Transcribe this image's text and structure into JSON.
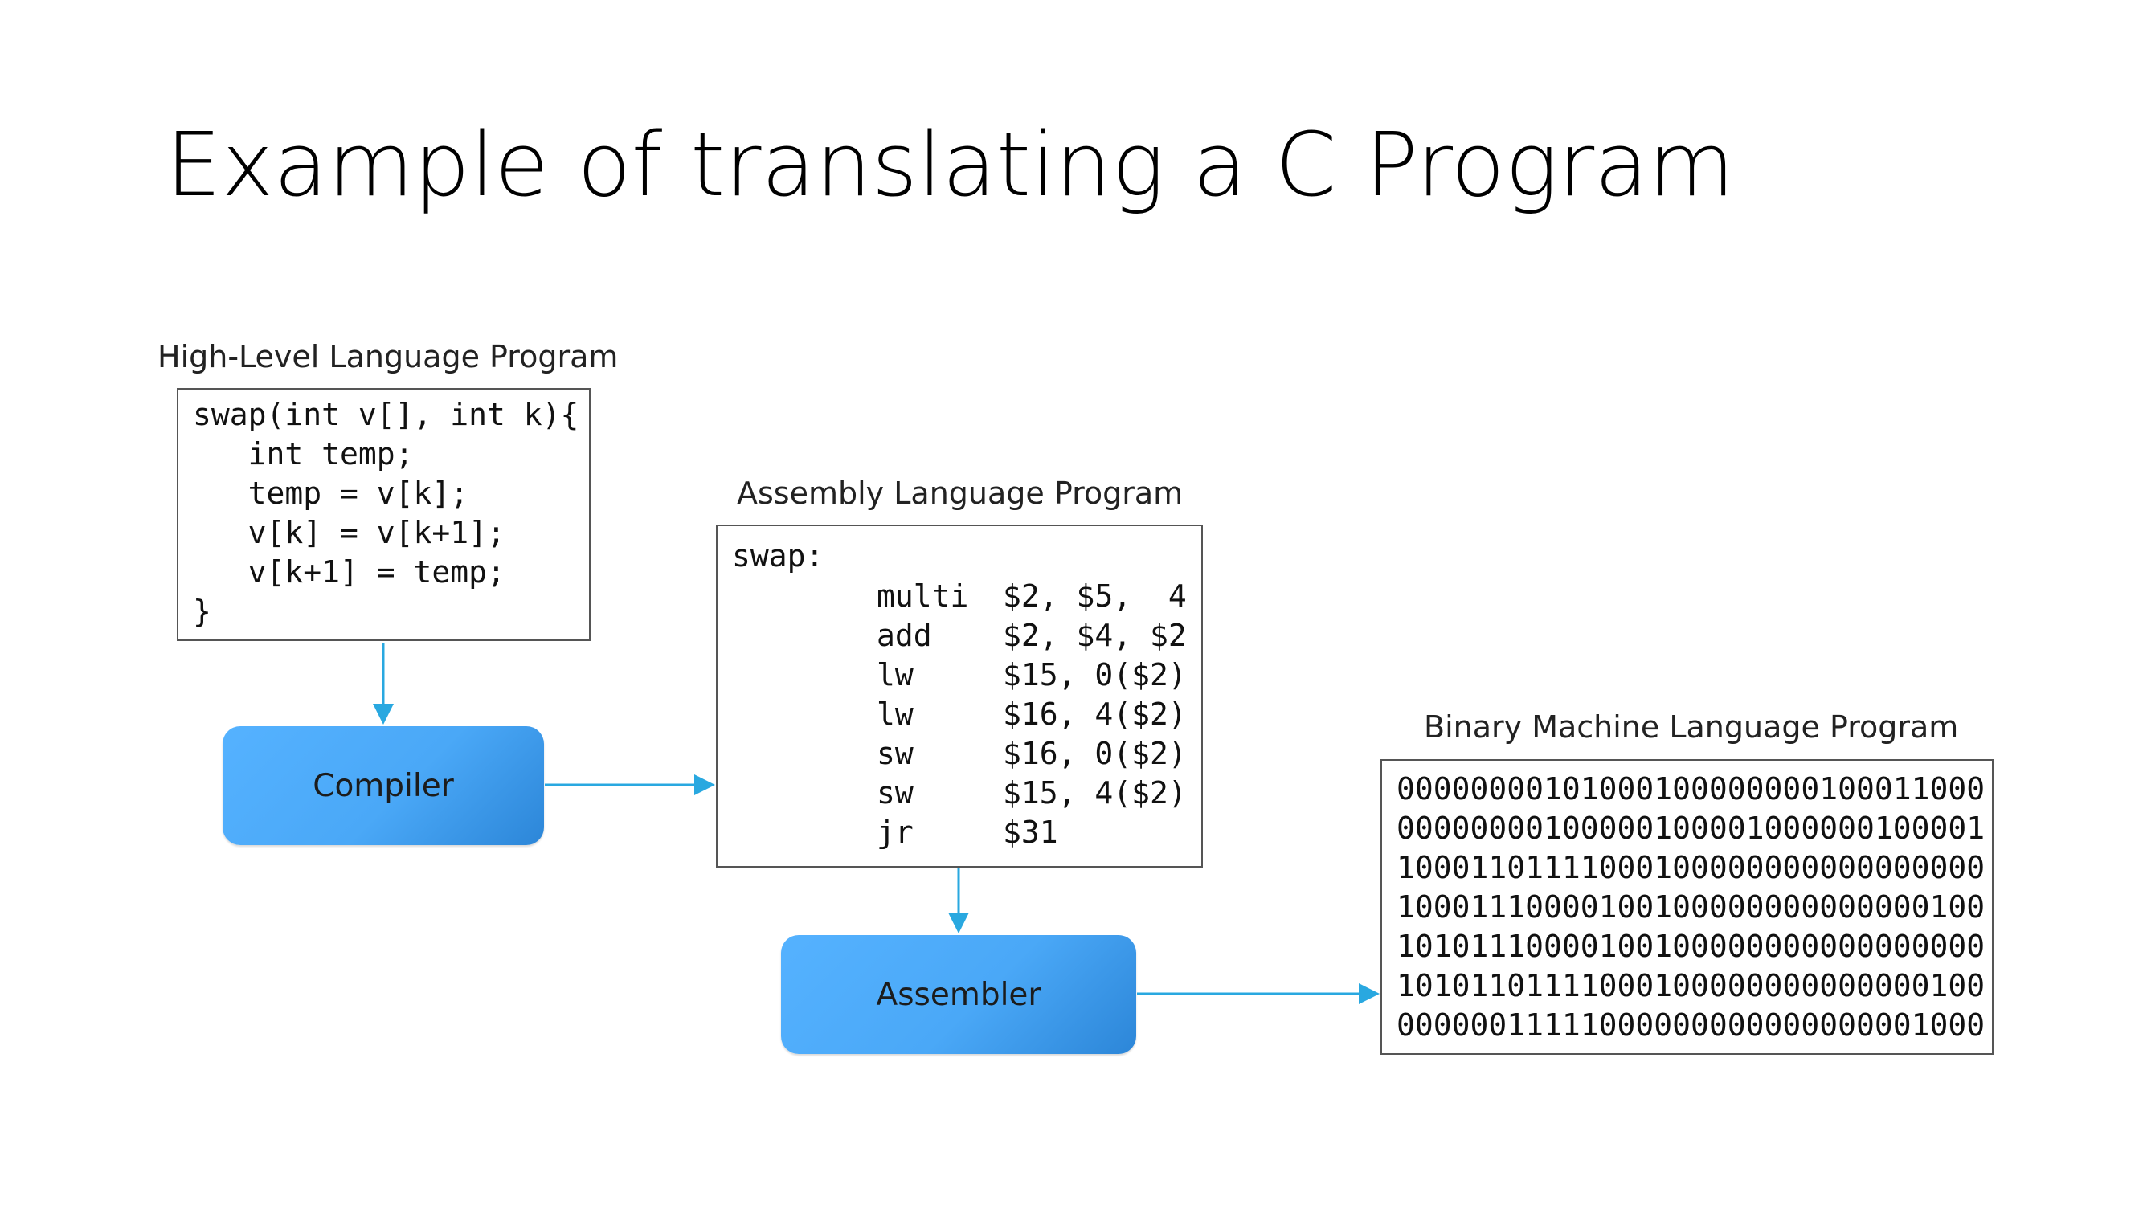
{
  "title": "Example of translating a C Program",
  "high_level": {
    "label": "High-Level Language Program",
    "lines": [
      "swap(int v[], int k){",
      "   int temp;",
      "   temp = v[k];",
      "   v[k] = v[k+1];",
      "   v[k+1] = temp;",
      "}"
    ]
  },
  "compiler": {
    "label": "Compiler"
  },
  "assembly": {
    "label": "Assembly Language Program",
    "header": "swap:",
    "instructions": [
      {
        "op": "multi",
        "args": "$2, $5,  4"
      },
      {
        "op": "add",
        "args": "$2, $4, $2"
      },
      {
        "op": "lw",
        "args": "$15, 0($2)"
      },
      {
        "op": "lw",
        "args": "$16, 4($2)"
      },
      {
        "op": "sw",
        "args": "$16, 0($2)"
      },
      {
        "op": "sw",
        "args": "$15, 4($2)"
      },
      {
        "op": "jr",
        "args": "$31"
      }
    ]
  },
  "assembler": {
    "label": "Assembler"
  },
  "binary": {
    "label": "Binary Machine Language Program",
    "lines": [
      "00000000101000100000000100011000",
      "00000000100000100001000000100001",
      "10001101111000100000000000000000",
      "10001110000100100000000000000100",
      "10101110000100100000000000000000",
      "10101101111000100000000000000100",
      "00000011111000000000000000001000"
    ]
  },
  "colors": {
    "arrow": "#29a8e0",
    "box_border": "#555555",
    "process_fill": "#4aa8f7"
  }
}
